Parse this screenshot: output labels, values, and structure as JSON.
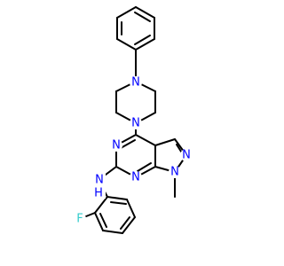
{
  "molecule": {
    "atoms": {
      "n_pip_top": "N",
      "n_pip_bottom": "N",
      "n_pyr_3": "N",
      "n_pyr_1": "N",
      "n_pz_2": "N",
      "n_pz_1": "N",
      "n_amine": "N",
      "h_amine": "H",
      "f": "F"
    },
    "colors": {
      "nitrogen": "#0000ff",
      "fluorine": "#33cccc",
      "bond": "#000000"
    }
  }
}
